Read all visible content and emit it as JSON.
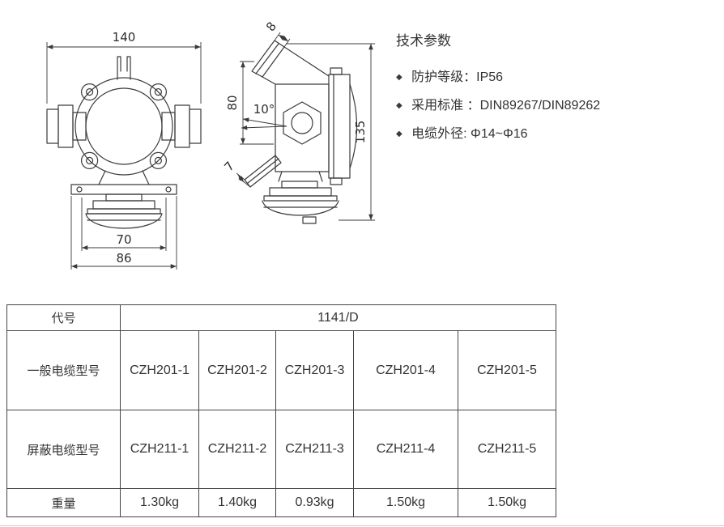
{
  "specs": {
    "title": "技术参数",
    "items": [
      "防护等级：IP56",
      "采用标准 ：DIN89267/DIN89262",
      "电缆外径: Φ14~Φ16"
    ]
  },
  "drawing": {
    "front": {
      "overall_width": "140",
      "inner_width": "70",
      "base_width": "86"
    },
    "side": {
      "cap_thickness": "8",
      "upper_height": "80",
      "tilt_angle": "10°",
      "gland_thickness": "7",
      "overall_height": "135"
    }
  },
  "table": {
    "code_label": "代号",
    "code_value": "1141/D",
    "rows": [
      {
        "label": "一般电缆型号",
        "values": [
          "CZH201-1",
          "CZH201-2",
          "CZH201-3",
          "CZH201-4",
          "CZH201-5"
        ]
      },
      {
        "label": "屏蔽电缆型号",
        "values": [
          "CZH211-1",
          "CZH211-2",
          "CZH211-3",
          "CZH211-4",
          "CZH211-5"
        ]
      },
      {
        "label": "重量",
        "values": [
          "1.30kg",
          "1.40kg",
          "0.93kg",
          "1.50kg",
          "1.50kg"
        ]
      }
    ]
  }
}
